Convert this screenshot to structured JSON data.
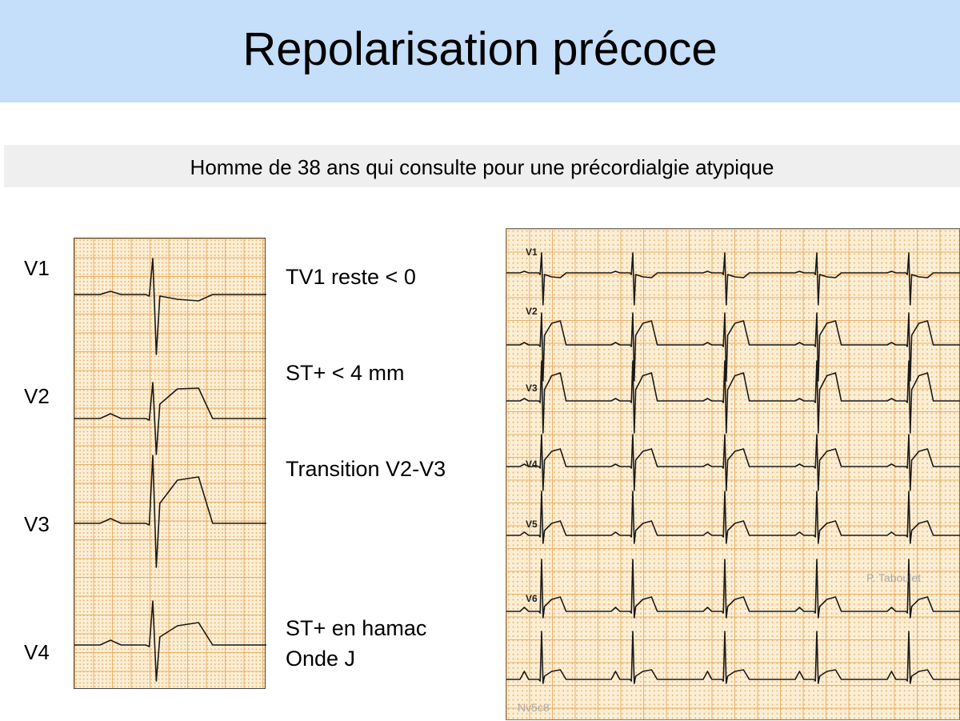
{
  "header": {
    "title": "Repolarisation précoce"
  },
  "subtitle": "Homme de 38 ans qui consulte pour une précordialgie atypique",
  "left_ecg": {
    "leads": [
      "V1",
      "V2",
      "V3",
      "V4"
    ]
  },
  "annotations": [
    "TV1 reste < 0",
    "ST+ < 4 mm",
    "Transition V2-V3",
    "ST+ en hamac",
    "Onde J"
  ],
  "right_ecg": {
    "leads": [
      "V1",
      "V2",
      "V3",
      "V4",
      "V5",
      "V6"
    ],
    "author": "P. Taboulet",
    "code": "Nv5c8"
  }
}
